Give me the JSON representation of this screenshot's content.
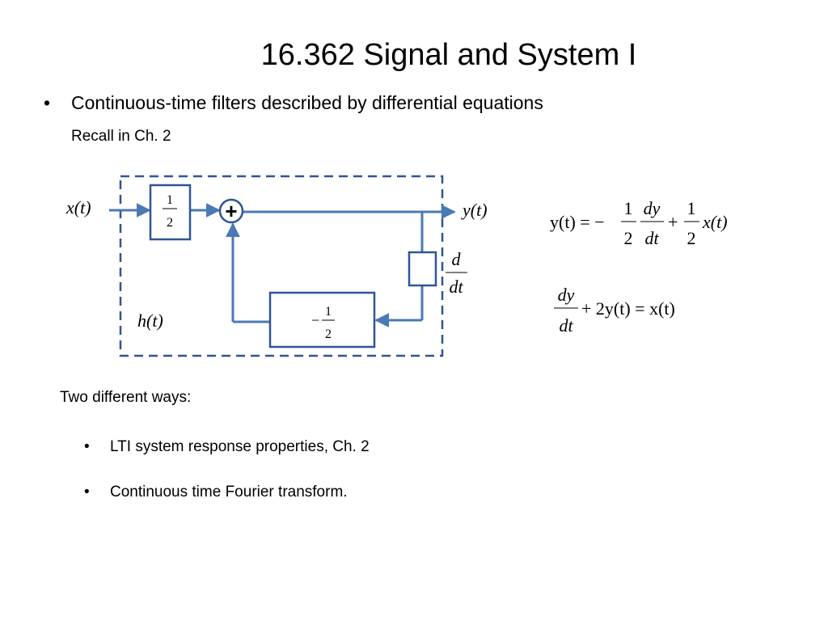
{
  "title": "16.362 Signal and System I",
  "bullet_symbol": "•",
  "main_bullet": "Continuous-time filters described by differential equations",
  "recall": "Recall in Ch. 2",
  "diagram": {
    "input_label": "x(t)",
    "output_label": "y(t)",
    "system_label": "h(t)",
    "gain_top_num": "1",
    "gain_top_den": "2",
    "adder_symbol": "+",
    "derivative_num": "d",
    "derivative_den": "dt",
    "gain_feedback_sign": "−",
    "gain_feedback_num": "1",
    "gain_feedback_den": "2",
    "line_color": "#4a7ab5",
    "box_color": "#2f5597"
  },
  "equation1": {
    "lhs": "y(t) = −",
    "frac1_num": "1",
    "frac1_den": "2",
    "frac2_num": "dy",
    "frac2_den": "dt",
    "plus": "+",
    "frac3_num": "1",
    "frac3_den": "2",
    "rhs": "x(t)"
  },
  "equation2": {
    "frac_num": "dy",
    "frac_den": "dt",
    "rest": "+ 2y(t) = x(t)"
  },
  "two_ways": "Two different ways:",
  "methods": [
    "LTI system response properties, Ch. 2",
    "Continuous time Fourier transform."
  ]
}
